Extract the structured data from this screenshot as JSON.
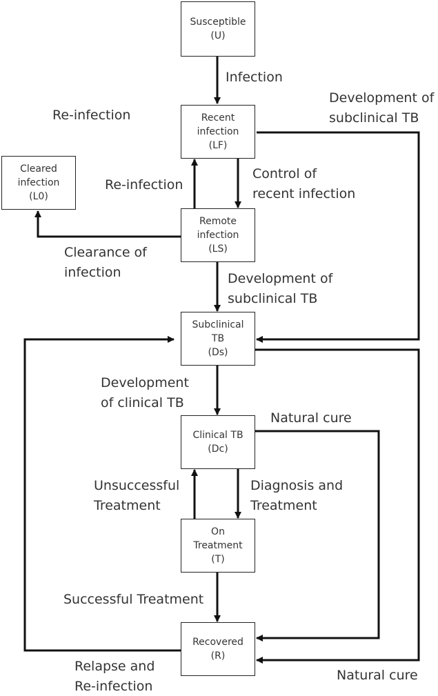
{
  "nodes": {
    "U": {
      "lines": [
        "Susceptible",
        "(U)"
      ]
    },
    "LF": {
      "lines": [
        "Recent",
        "infection",
        "(LF)"
      ]
    },
    "L0": {
      "lines": [
        "Cleared",
        "infection",
        "(L0)"
      ]
    },
    "LS": {
      "lines": [
        "Remote",
        "infection",
        "(LS)"
      ]
    },
    "Ds": {
      "lines": [
        "Subclinical",
        "TB",
        "(Ds)"
      ]
    },
    "Dc": {
      "lines": [
        "Clinical TB",
        "(Dc)"
      ]
    },
    "T": {
      "lines": [
        "On",
        "Treatment",
        "(T)"
      ]
    },
    "R": {
      "lines": [
        "Recovered",
        "(R)"
      ]
    }
  },
  "labels": {
    "infection": [
      "Infection"
    ],
    "reinfection_top": [
      "Re-infection"
    ],
    "dev_subclinical_right": [
      "Development of",
      "subclinical TB"
    ],
    "reinfection_mid": [
      "Re-infection"
    ],
    "control_recent": [
      "Control of",
      "recent infection"
    ],
    "clearance": [
      "Clearance of",
      "infection"
    ],
    "dev_subclinical_mid": [
      "Development of",
      "subclinical TB"
    ],
    "dev_clinical": [
      "Development",
      "of clinical TB"
    ],
    "natural_cure_top": [
      "Natural cure"
    ],
    "unsuccessful": [
      "Unsuccessful",
      "Treatment"
    ],
    "diagnosis": [
      "Diagnosis and",
      "Treatment"
    ],
    "successful": [
      "Successful Treatment"
    ],
    "relapse": [
      "Relapse and",
      "Re-infection"
    ],
    "natural_cure_bottom": [
      "Natural cure"
    ]
  }
}
